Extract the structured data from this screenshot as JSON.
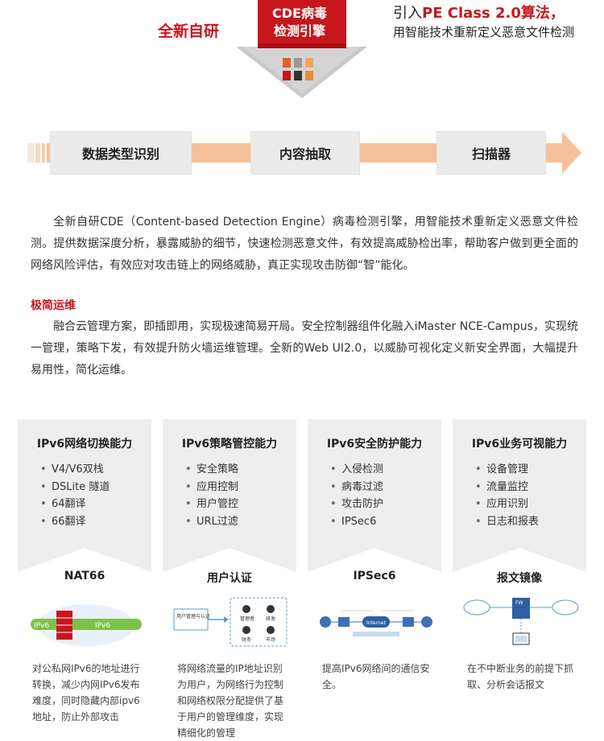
{
  "top": {
    "left_title": "全新自研",
    "engine_label_line1": "CDE病毒",
    "engine_label_line2": "检测引擎",
    "right_line1_prefix": "引入",
    "right_line1_highlight": "PE Class 2.0算法，",
    "right_line2": "用智能技术重新定义恶意文件检测"
  },
  "pipeline": {
    "stages": [
      "数据类型识别",
      "内容抽取",
      "扫描器"
    ],
    "arrow_color": "#f6c09a"
  },
  "intro_paragraph": "全新自研CDE（Content-based Detection Engine）病毒检测引擎，用智能技术重新定义恶意文件检测。提供数据深度分析，暴露威胁的细节，快速检测恶意文件，有效提高威胁检出率，帮助客户做到更全面的网络风险评估，有效应对攻击链上的网络威胁，真正实现攻击防御“智”能化。",
  "ops_section": {
    "title": "极简运维",
    "paragraph": "融合云管理方案，即插即用，实现极速简易开局。安全控制器组件化融入iMaster NCE-Campus，实现统一管理，策略下发，有效提升防火墙运维管理。全新的Web UI2.0，以威胁可视化定义新安全界面，大幅提升易用性，简化运维。"
  },
  "cards": [
    {
      "title": "IPv6网络切换能力",
      "items": [
        "V4/V6双栈",
        "DSLite 隧道",
        "64翻译",
        "66翻译"
      ],
      "sub_title": "NAT66",
      "illus": {
        "left_label": "IPv6",
        "right_label": "IPv6"
      },
      "description": "对公私网IPv6的地址进行转换，减少内网IPv6发布难度，同时隐藏内部ipv6地址，防止外部攻击"
    },
    {
      "title": "IPv6策略管控能力",
      "items": [
        "安全策略",
        "应用控制",
        "用户管控",
        "URL过滤"
      ],
      "sub_title": "用户认证",
      "illus": {
        "box_label": "用户管理与认证",
        "roles": [
          "管理者",
          "研发",
          "财务",
          "市场"
        ]
      },
      "description": "将网络流量的IP地址识别为用户，为网络行为控制和网络权限分配提供了基于用户的管理维度，实现精细化的管理"
    },
    {
      "title": "IPv6安全防护能力",
      "items": [
        "入侵检测",
        "病毒过滤",
        "攻击防护",
        "IPSec6"
      ],
      "sub_title": "IPSec6",
      "illus": {
        "center_label": "Internet"
      },
      "description": "提高IPv6网络间的通信安全。"
    },
    {
      "title": "IPv6业务可视能力",
      "items": [
        "设备管理",
        "流量监控",
        "应用识别",
        "日志和报表"
      ],
      "sub_title": "报文镜像",
      "illus": {
        "box_label": "FW"
      },
      "description": "在不中断业务的前提下抓取、分析会话报文"
    }
  ],
  "colors": {
    "accent_red": "#c8161d",
    "card_bg": "#eeeeee",
    "arrow_orange": "#f6c09a",
    "funnel_grey": "#c9c9c9"
  }
}
